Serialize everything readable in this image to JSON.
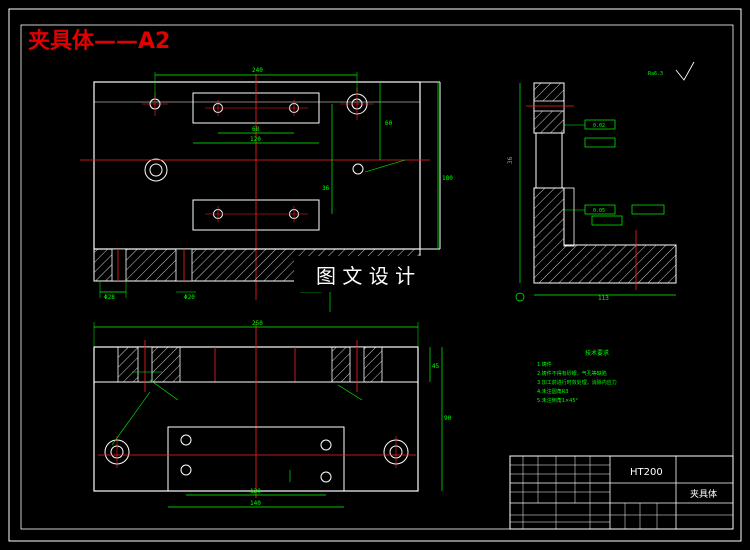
{
  "drawing": {
    "title": "夹具体——A2",
    "watermark": "图 文 设 计",
    "material": "HT200",
    "part_name": "夹具体",
    "tech_req_heading": "技术要求",
    "tech_req_lines": [
      "1.铸件",
      "2.铸件不得有砂眼、气孔等缺陷",
      "3.加工前进行时效处理，消除内应力",
      "4.未注圆角R3",
      "5.未注倒角1×45°"
    ],
    "roughness_symbol": "Ra6.3"
  },
  "dims": {
    "top_width": "240",
    "upper_slot_inner": "68",
    "upper_slot_outer": "120",
    "right_h1": "60",
    "right_h2": "36",
    "right_h_total": "180",
    "left_hole": "Φ20",
    "bottom_left": "Φ28",
    "side_total_w": "113",
    "side_h": "36",
    "side_tol_a": "0.02",
    "side_tol_b": "0.05",
    "bottom_width": "250",
    "bottom_inner1": "120",
    "bottom_inner2": "140",
    "bottom_h1": "45",
    "bottom_h2": "90"
  }
}
